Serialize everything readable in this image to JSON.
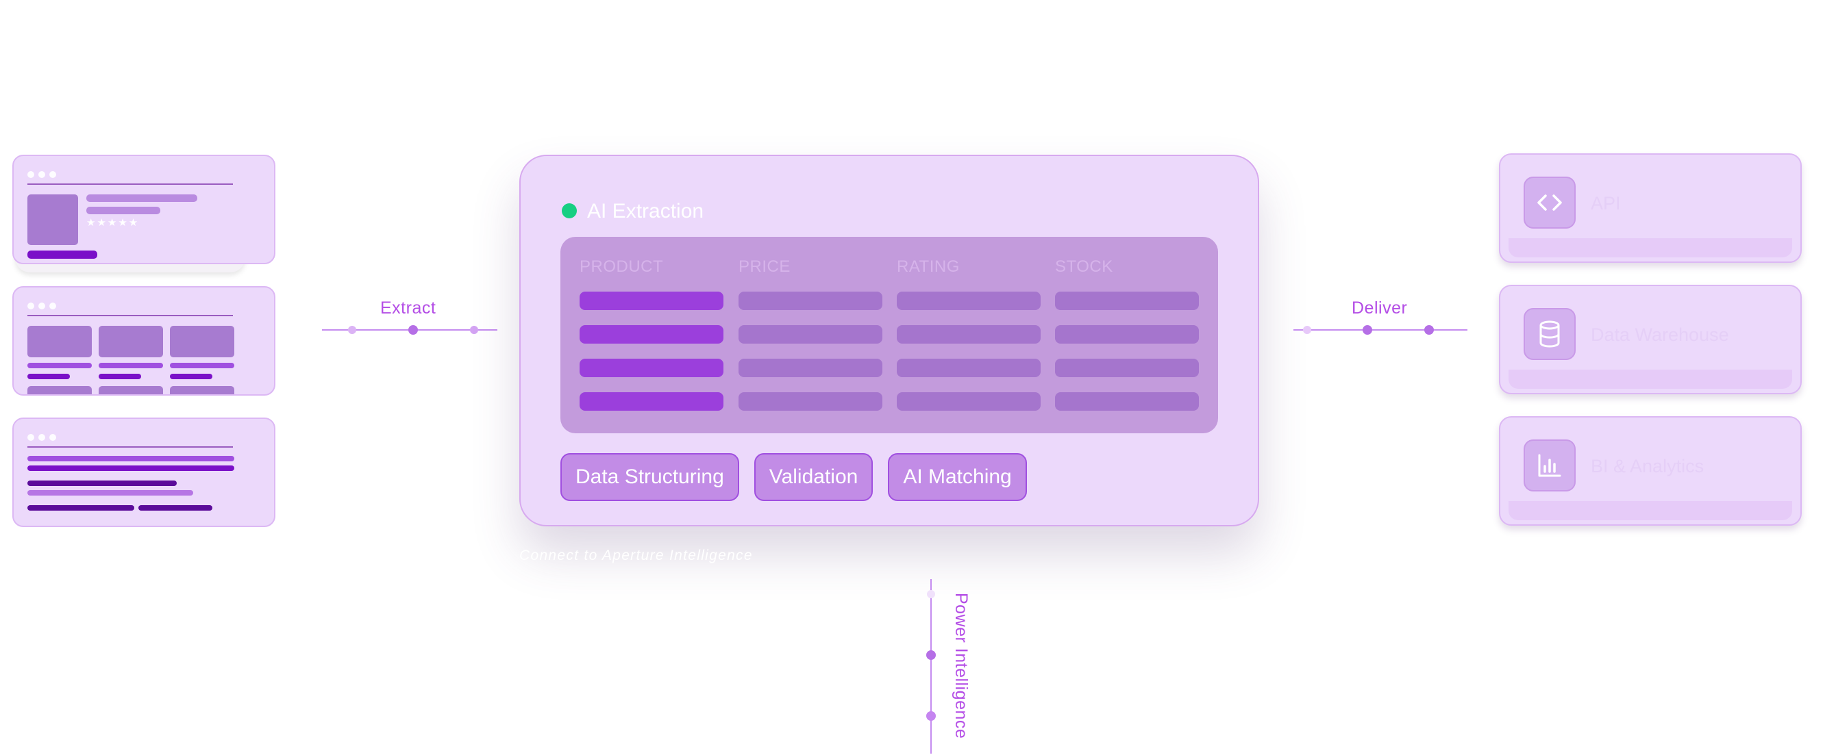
{
  "sources": {
    "connector_label": "Extract",
    "card_rating_stars": "★★★★★"
  },
  "main": {
    "title": "AI Extraction",
    "table_headers": [
      "PRODUCT",
      "PRICE",
      "RATING",
      "STOCK"
    ],
    "chips": [
      "Data Structuring",
      "Validation",
      "AI Matching"
    ],
    "caption": "Connect to Aperture Intelligence"
  },
  "destinations": {
    "connector_label": "Deliver",
    "items": [
      {
        "label": "API",
        "icon": "code-icon"
      },
      {
        "label": "Data Warehouse",
        "icon": "database-icon"
      },
      {
        "label": "BI & Analytics",
        "icon": "bar-chart-icon"
      }
    ]
  },
  "bottom": {
    "connector_label": "Power Intelligence"
  },
  "colors": {
    "accent": "#b44de6",
    "card_bg": "#ecd9fb",
    "status_green": "#16cf82"
  }
}
